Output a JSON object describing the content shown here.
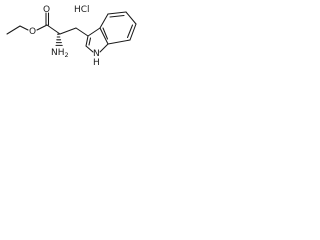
{
  "structure": {
    "salt_label": "HCl",
    "atoms": {
      "carbonyl_oxygen": "O",
      "ester_oxygen": "O",
      "amine_text": "NH",
      "amine_subscript": "2",
      "ring_nitrogen": "N",
      "ring_hydrogen": "H"
    }
  }
}
